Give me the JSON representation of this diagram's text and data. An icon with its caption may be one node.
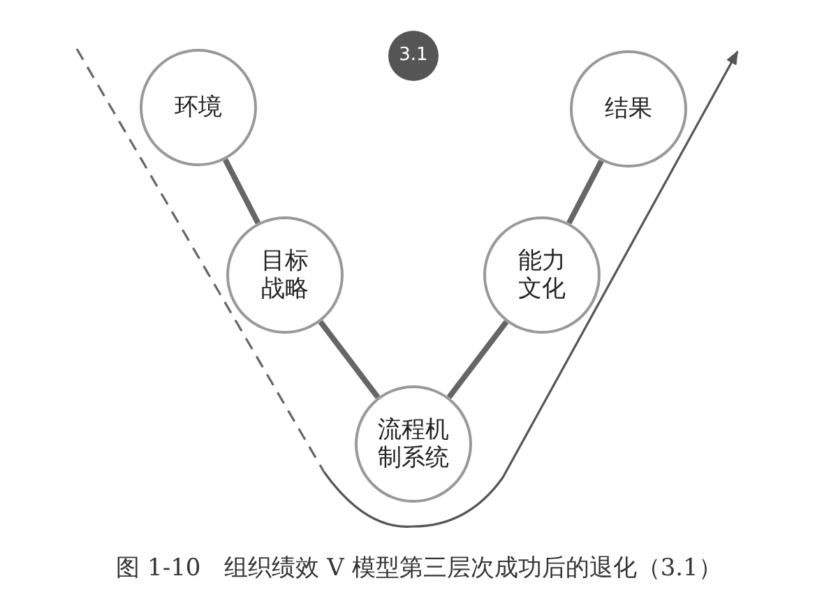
{
  "diagram": {
    "caption": "图 1-10　组织绩效 V 模型第三层次成功后的退化（3.1）",
    "nodes": [
      {
        "text": [
          "3.1"
        ]
      },
      {
        "text": [
          "环境"
        ]
      },
      {
        "text": [
          "目标战略"
        ]
      },
      {
        "text": [
          "流程机制系统"
        ]
      },
      {
        "text": [
          "能力文化"
        ]
      },
      {
        "text": [
          "结果"
        ]
      }
    ],
    "edges": [
      {
        "from": 1,
        "to": 2,
        "arrow": "none"
      },
      {
        "from": 2,
        "to": 3,
        "arrow": "none"
      },
      {
        "from": 3,
        "to": 4,
        "arrow": "none"
      },
      {
        "from": 4,
        "to": 5,
        "arrow": "none"
      }
    ]
  }
}
